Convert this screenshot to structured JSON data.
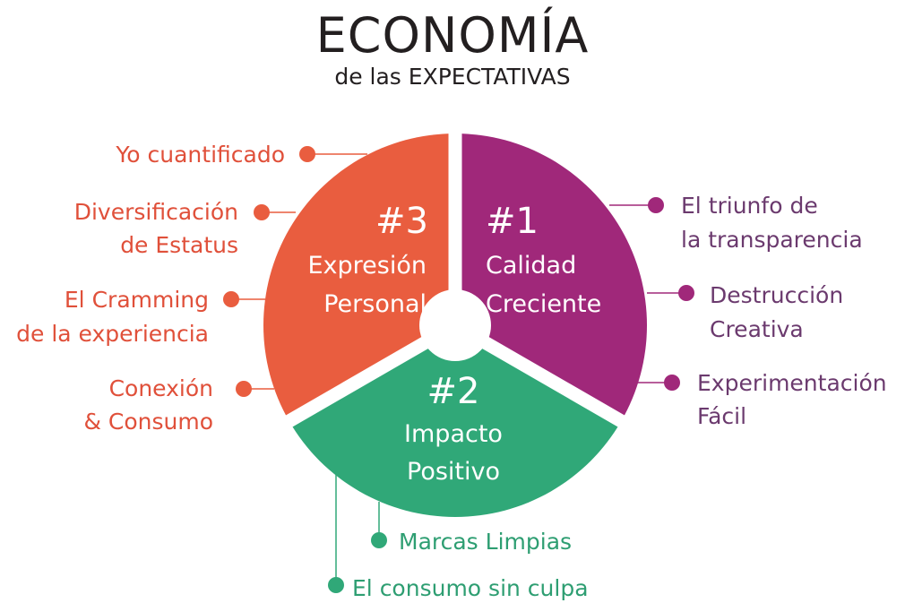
{
  "title": "ECONOMÍA",
  "subtitle": "de las EXPECTATIVAS",
  "colors": {
    "orange": "#E95D3F",
    "purple": "#A0287A",
    "green": "#30A878",
    "orange_text": "#E0503A",
    "purple_text": "#6B3A6E",
    "green_text": "#2E9E72",
    "title_text": "#231F20"
  },
  "segments": [
    {
      "number": "#1",
      "line1": "Calidad",
      "line2": "Creciente",
      "color": "purple"
    },
    {
      "number": "#2",
      "line1": "Impacto",
      "line2": "Positivo",
      "color": "green"
    },
    {
      "number": "#3",
      "line1": "Expresión",
      "line2": "Personal",
      "color": "orange"
    }
  ],
  "purple_items": [
    {
      "line1": "El triunfo de",
      "line2": "la transparencia"
    },
    {
      "line1": "Destrucción",
      "line2": "Creativa"
    },
    {
      "line1": "Experimentación",
      "line2": "Fácil"
    }
  ],
  "orange_items": [
    {
      "line1": "Yo cuantificado",
      "line2": ""
    },
    {
      "line1": "Diversificación",
      "line2": "de Estatus"
    },
    {
      "line1": "El Cramming",
      "line2": "de la experiencia"
    },
    {
      "line1": "Conexión",
      "line2": "& Consumo"
    }
  ],
  "green_items": [
    {
      "line1": "Marcas Limpias"
    },
    {
      "line1": "El consumo sin culpa"
    }
  ]
}
